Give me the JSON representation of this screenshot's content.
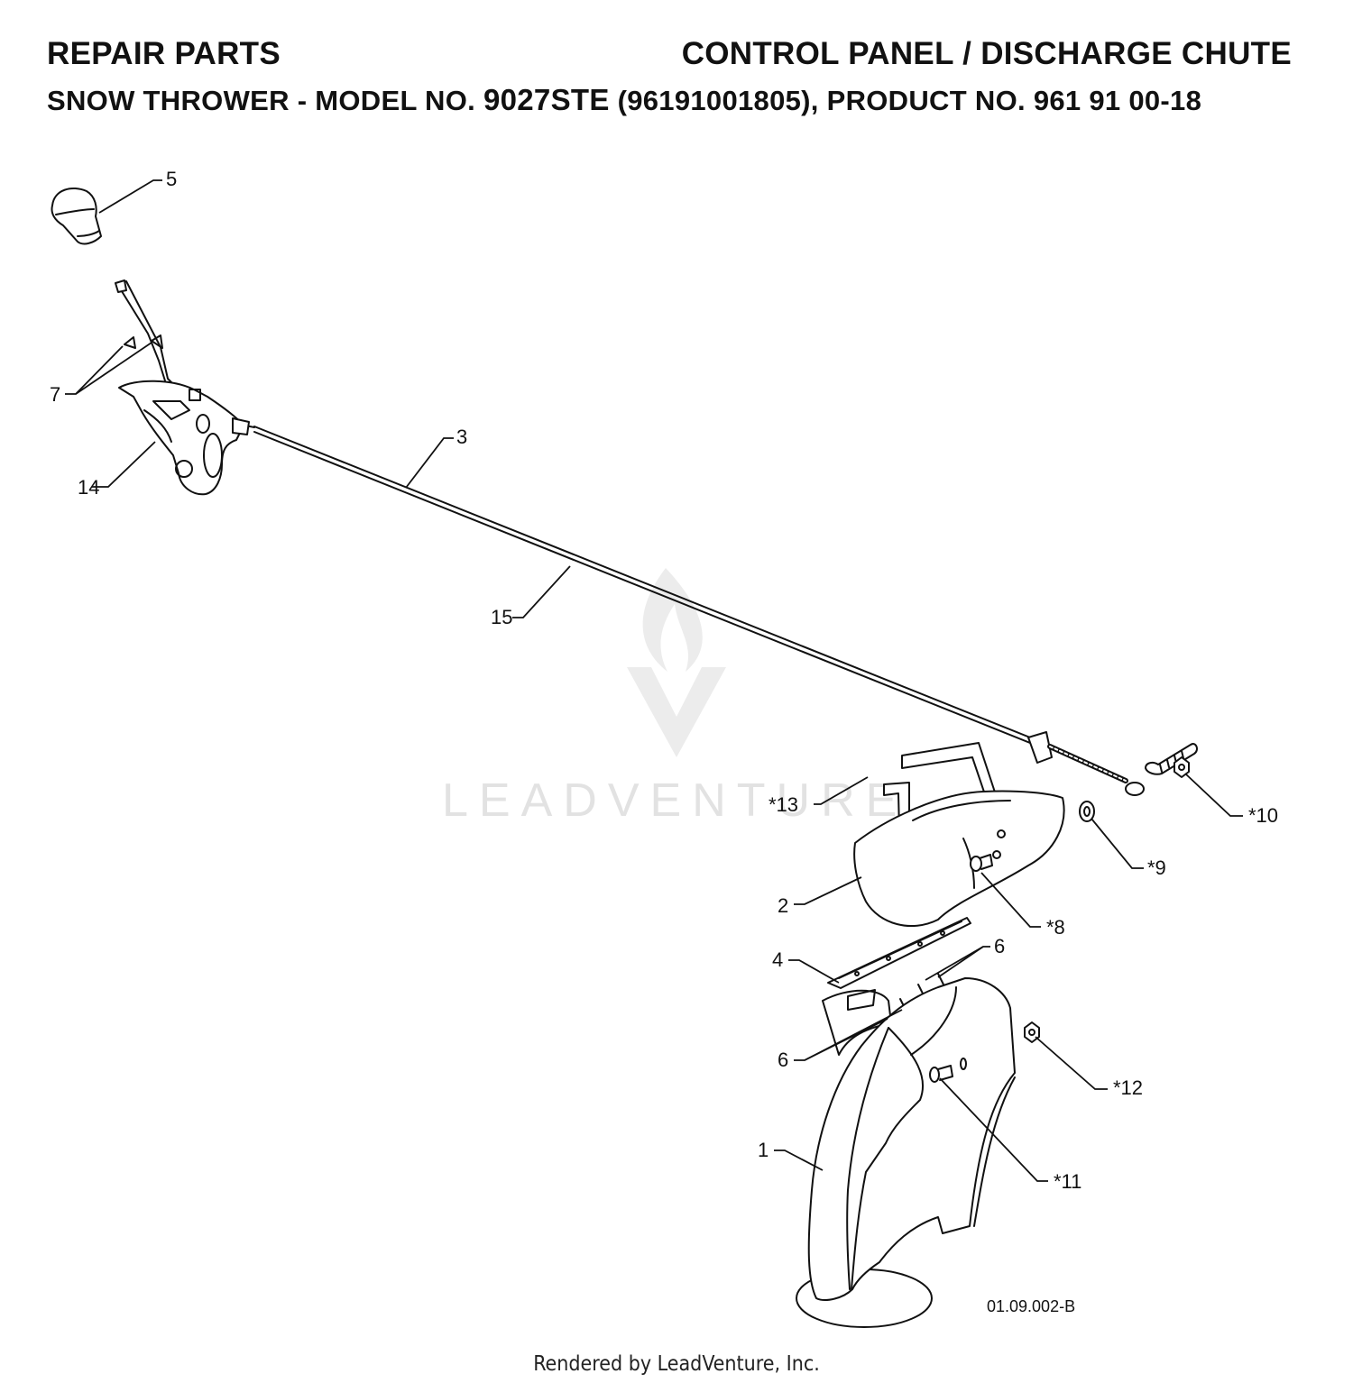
{
  "header": {
    "left_title": "REPAIR PARTS",
    "right_title": "CONTROL PANEL / DISCHARGE CHUTE",
    "subtitle_prefix": "SNOW THROWER - MODEL NO. ",
    "model_no": "9027STE",
    "subtitle_suffix": " (96191001805), PRODUCT NO. 961 91 00-18"
  },
  "callouts": {
    "c5": "5",
    "c7": "7",
    "c14": "14",
    "c3": "3",
    "c15": "15",
    "c13": "*13",
    "c10": "*10",
    "c9": "*9",
    "c2": "2",
    "c8": "*8",
    "c4": "4",
    "c6a": "6",
    "c6b": "6",
    "c12": "*12",
    "c1": "1",
    "c11": "*11"
  },
  "drawing_ref": "01.09.002-B",
  "watermark": "LEADVENTURE",
  "footer": "Rendered by LeadVenture, Inc."
}
